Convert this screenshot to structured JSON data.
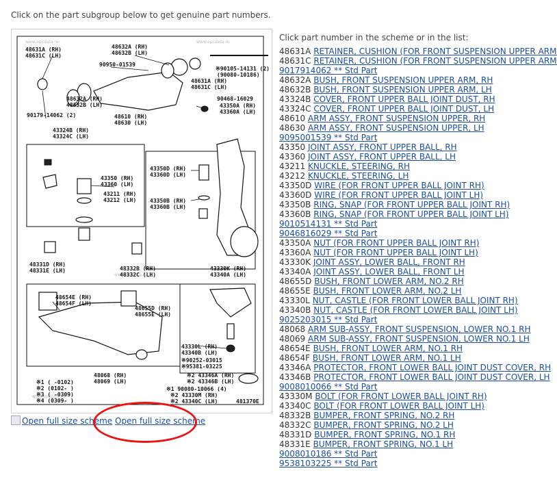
{
  "intro_text": "Click on the part subgroup below to get genuine part numbers.",
  "parts_intro": "Click part number in the scheme or in the list:",
  "open_full_img_alt": "Open full size scheme",
  "open_full_link": "Open full size scheme",
  "scheme": {
    "watermark": "www.epcdata.ru",
    "figure_id": "481370E",
    "labels": {
      "l48631": "48631A (RH)",
      "l48631c": "48631C (LH)",
      "l48632a": "48632A (RH)",
      "l48632b": "48632B (LH)",
      "l90950": "90950-01539",
      "l90105": "※90105-14131 (2)",
      "l90080a": "(90080-10186)",
      "l48631a2": "48631A (RH)",
      "l48631c2": "48631C (LH)",
      "l48632a2": "48632A (RH)",
      "l48632b2": "48632B (LH)",
      "l90179": "90179-14062 (2)",
      "l90468": "90468-16029",
      "l43350a": "43350A (RH)",
      "l43360a": "43360A (LH)",
      "l48610": "48610 (RH)",
      "l48630": "48630 (LH)",
      "l43324b": "43324B (RH)",
      "l43324c": "43324C (LH)",
      "l43350": "43350 (RH)",
      "l43360": "43360 (LH)",
      "l43211": "43211 (RH)",
      "l43212": "43212 (LH)",
      "l43350d": "43350D (RH)",
      "l43360d": "43360D (LH)",
      "l43350b": "43350B (RH)",
      "l43360b": "43360B (LH)",
      "l48331d": "48331D (RH)",
      "l48331e": "48331E (LH)",
      "l48332b": "48332B (RH)",
      "l48332c": "48332C (LH)",
      "l43330k": "43330K (RH)",
      "l43340a": "43340A (LH)",
      "l48654e": "48654E (RH)",
      "l48654f": "48654F (LH)",
      "l48655d": "48655D (RH)",
      "l48655e": "48655E (LH)",
      "l43330l": "43330L (RH)",
      "l43340b": "43340B (LH)",
      "l90252": "※90252-03015",
      "l95381": "※95381-03225",
      "l48068": "48068 (RH)",
      "l48069": "48069 (LH)",
      "l43346a": "※2 43346A (RH)",
      "l43346b": "※2 43346B (LH)",
      "l90080b": "※1 90080-10066 (4)",
      "l43330m": "※2 43330M (RH)",
      "l43340c": "※2 43340C (LH)",
      "fn1": "※1 (     -0102)",
      "fn2": "※2 (0102-     )",
      "fn3": "※3 (     -0309)",
      "fn4": "※4 (0309-     )"
    }
  },
  "parts": [
    {
      "num": "48631A",
      "name": "RETAINER, CUSHION (FOR FRONT SUSPENSION UPPER ARM RH)"
    },
    {
      "num": "48631C",
      "name": "RETAINER, CUSHION (FOR FRONT SUSPENSION UPPER ARM LH)"
    },
    {
      "num": "",
      "name": "9017914062 ** Std Part"
    },
    {
      "num": "48632A",
      "name": "BUSH, FRONT SUSPENSION UPPER ARM, RH"
    },
    {
      "num": "48632B",
      "name": "BUSH, FRONT SUSPENSION UPPER ARM, LH"
    },
    {
      "num": "43324B",
      "name": "COVER, FRONT UPPER BALL JOINT DUST, RH"
    },
    {
      "num": "43324C",
      "name": "COVER, FRONT UPPER BALL JOINT DUST, LH"
    },
    {
      "num": "48610",
      "name": "ARM ASSY, FRONT SUSPENSION UPPER, RH"
    },
    {
      "num": "48630",
      "name": "ARM ASSY, FRONT SUSPENSION UPPER, LH"
    },
    {
      "num": "",
      "name": "9095001539 ** Std Part"
    },
    {
      "num": "43350",
      "name": "JOINT ASSY, FRONT UPPER BALL, RH"
    },
    {
      "num": "43360",
      "name": "JOINT ASSY, FRONT UPPER BALL, LH"
    },
    {
      "num": "43211",
      "name": "KNUCKLE, STEERING, RH"
    },
    {
      "num": "43212",
      "name": "KNUCKLE, STEERING, LH"
    },
    {
      "num": "43350D",
      "name": "WIRE (FOR FRONT UPPER BALL JOINT RH)"
    },
    {
      "num": "43360D",
      "name": "WIRE (FOR FRONT UPPER BALL JOINT LH)"
    },
    {
      "num": "43350B",
      "name": "RING, SNAP (FOR FRONT UPPER BALL JOINT RH)"
    },
    {
      "num": "43360B",
      "name": "RING, SNAP (FOR FRONT UPPER BALL JOINT LH)"
    },
    {
      "num": "",
      "name": "9010514131 ** Std Part"
    },
    {
      "num": "",
      "name": "9046816029 ** Std Part"
    },
    {
      "num": "43350A",
      "name": "NUT (FOR FRONT UPPER BALL JOINT RH)"
    },
    {
      "num": "43360A",
      "name": "NUT (FOR FRONT UPPER BALL JOINT LH)"
    },
    {
      "num": "43330K",
      "name": "JOINT ASSY, LOWER BALL, FRONT RH"
    },
    {
      "num": "43340A",
      "name": "JOINT ASSY, LOWER BALL, FRONT LH"
    },
    {
      "num": "48655D",
      "name": "BUSH, FRONT LOWER ARM, NO.2 RH"
    },
    {
      "num": "48655E",
      "name": "BUSH, FRONT LOWER ARM, NO.2 LH"
    },
    {
      "num": "43330L",
      "name": "NUT, CASTLE (FOR FRONT LOWER BALL JOINT RH)"
    },
    {
      "num": "43340B",
      "name": "NUT, CASTLE (FOR FRONT LOWER BALL JOINT LH)"
    },
    {
      "num": "",
      "name": "9025203015 ** Std Part"
    },
    {
      "num": "48068",
      "name": "ARM SUB-ASSY, FRONT SUSPENSION, LOWER NO.1 RH"
    },
    {
      "num": "48069",
      "name": "ARM SUB-ASSY, FRONT SUSPENSION, LOWER NO.1 LH"
    },
    {
      "num": "48654E",
      "name": "BUSH, FRONT LOWER ARM, NO.1 RH"
    },
    {
      "num": "48654F",
      "name": "BUSH, FRONT LOWER ARM, NO.1 LH"
    },
    {
      "num": "43346A",
      "name": "PROTECTOR, FRONT LOWER BALL JOINT DUST COVER, RH"
    },
    {
      "num": "43346B",
      "name": "PROTECTOR, FRONT LOWER BALL JOINT DUST COVER, LH"
    },
    {
      "num": "",
      "name": "9008010066 ** Std Part"
    },
    {
      "num": "43330M",
      "name": "BOLT (FOR FRONT LOWER BALL JOINT RH)"
    },
    {
      "num": "43340C",
      "name": "BOLT (FOR FRONT LOWER BALL JOINT LH)"
    },
    {
      "num": "48332B",
      "name": "BUMPER, FRONT SPRING, NO.2 RH"
    },
    {
      "num": "48332C",
      "name": "BUMPER, FRONT SPRING, NO.2 LH"
    },
    {
      "num": "48331D",
      "name": "BUMPER, FRONT SPRING, NO.1 RH"
    },
    {
      "num": "48331E",
      "name": "BUMPER, FRONT SPRING, NO.1 LH"
    },
    {
      "num": "",
      "name": "9008010186 ** Std Part"
    },
    {
      "num": "",
      "name": "9538103225 ** Std Part"
    }
  ]
}
